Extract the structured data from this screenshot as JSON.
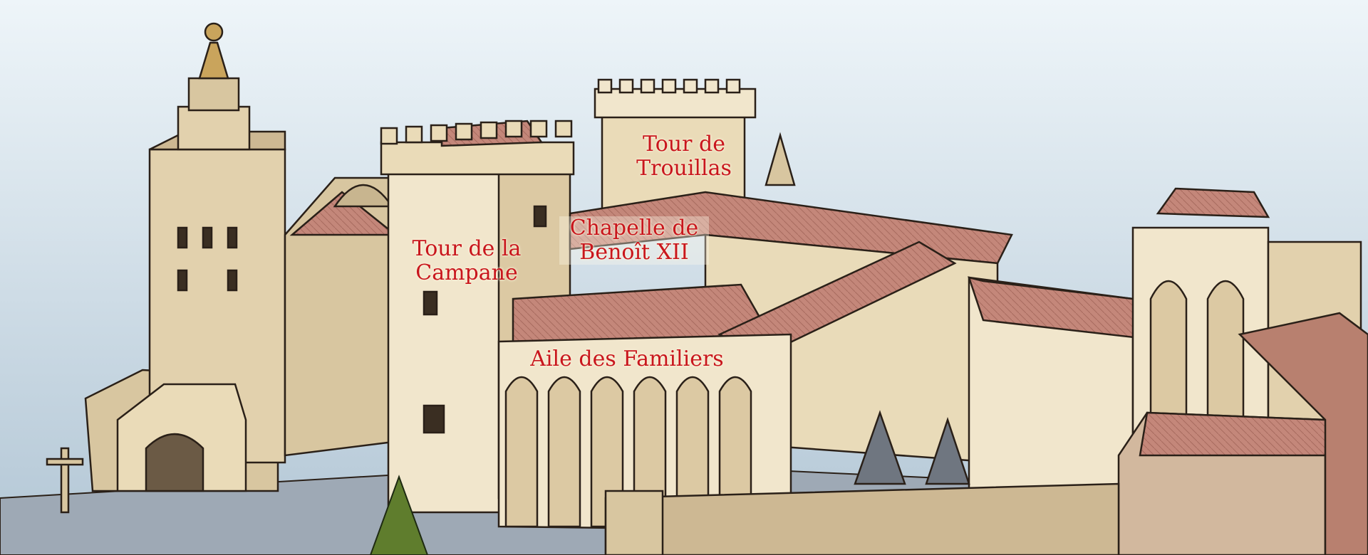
{
  "labels": {
    "tour_trouillas": "Tour de\nTrouillas",
    "tour_campane": "Tour de la\nCampane",
    "chapelle_benoit": "Chapelle de\nBenoît XII",
    "aile_familiers": "Aile des Familiers"
  },
  "colors": {
    "label_text": "#c8161d",
    "sky_top": "#e7f1f7",
    "sky_bottom": "#b7cad8",
    "stone": "#eadbb8",
    "stone_shade": "#cdb893",
    "roof": "#c4877a",
    "outline": "#2a2018"
  }
}
